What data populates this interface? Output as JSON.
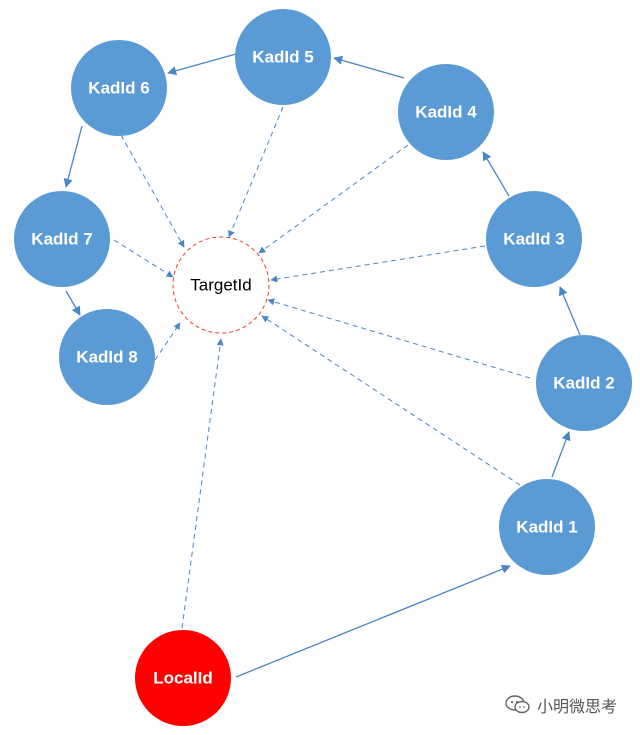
{
  "nodes": {
    "target": "TargetId",
    "local": "LocalId",
    "kad1": "KadId 1",
    "kad2": "KadId 2",
    "kad3": "KadId 3",
    "kad4": "KadId 4",
    "kad5": "KadId 5",
    "kad6": "KadId 6",
    "kad7": "KadId 7",
    "kad8": "KadId 8"
  },
  "watermark": {
    "text": "小明微思考",
    "icon": "wechat-icon"
  },
  "colors": {
    "kad_node": "#5b9bd5",
    "local_node": "#ff0000",
    "target_border": "#e8412f",
    "arrow": "#4a86c5"
  }
}
